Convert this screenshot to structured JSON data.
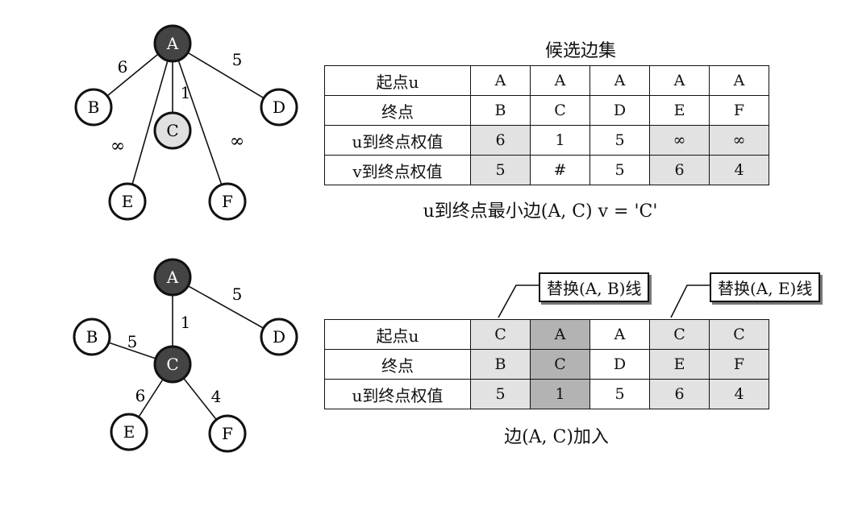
{
  "top": {
    "title": "候选边集",
    "graph": {
      "nodes": {
        "A": "A",
        "B": "B",
        "C": "C",
        "D": "D",
        "E": "E",
        "F": "F"
      },
      "edge_labels": {
        "AB": "6",
        "AC": "1",
        "AD": "5",
        "AE": "∞",
        "AF": "∞"
      }
    },
    "table": {
      "rows": [
        {
          "head": "起点u",
          "cells": [
            "A",
            "A",
            "A",
            "A",
            "A"
          ]
        },
        {
          "head": "终点",
          "cells": [
            "B",
            "C",
            "D",
            "E",
            "F"
          ]
        },
        {
          "head": "u到终点权值",
          "cells": [
            "6",
            "1",
            "5",
            "∞",
            "∞"
          ]
        },
        {
          "head": "v到终点权值",
          "cells": [
            "5",
            "#",
            "5",
            "6",
            "4"
          ]
        }
      ]
    },
    "caption": "u到终点最小边(A, C) v = 'C'"
  },
  "bottom": {
    "graph": {
      "nodes": {
        "A": "A",
        "B": "B",
        "C": "C",
        "D": "D",
        "E": "E",
        "F": "F"
      },
      "edge_labels": {
        "AC": "1",
        "AD": "5",
        "BC": "5",
        "CE": "6",
        "CF": "4"
      }
    },
    "callouts": [
      "替换(A, B)线",
      "替换(A, E)线"
    ],
    "table": {
      "rows": [
        {
          "head": "起点u",
          "cells": [
            "C",
            "A",
            "A",
            "C",
            "C"
          ]
        },
        {
          "head": "终点",
          "cells": [
            "B",
            "C",
            "D",
            "E",
            "F"
          ]
        },
        {
          "head": "u到终点权值",
          "cells": [
            "5",
            "1",
            "5",
            "6",
            "4"
          ]
        }
      ]
    },
    "caption": "边(A, C)加入"
  },
  "colors": {
    "visited_node": "#444444",
    "candidate_node": "#e0e0e0",
    "cell_highlight": "#e2e2e2",
    "cell_selected": "#b3b3b3"
  }
}
